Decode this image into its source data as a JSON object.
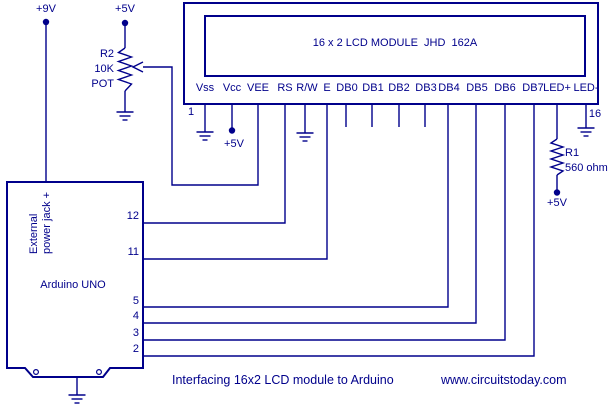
{
  "diagram": {
    "caption": "Interfacing 16x2 LCD module to Arduino",
    "website": "www.circuitstoday.com",
    "line_color": "#00008B",
    "background_color": "#FFFFFF"
  },
  "power_labels": {
    "v9": "+9V",
    "v5": "+5V"
  },
  "lcd": {
    "title": "16 x 2 LCD MODULE  JHD  162A",
    "pin_number_first": "1",
    "pin_number_last": "16",
    "pins": [
      "Vss",
      "Vcc",
      "VEE",
      "RS",
      "R/W",
      "E",
      "DB0",
      "DB1",
      "DB2",
      "DB3",
      "DB4",
      "DB5",
      "DB6",
      "DB7",
      "LED+",
      "LED-"
    ]
  },
  "arduino": {
    "name": "Arduino UNO",
    "jack_label": [
      "External",
      "power jack +"
    ],
    "pins": [
      "12",
      "11",
      "5",
      "4",
      "3",
      "2"
    ]
  },
  "components": {
    "r2": {
      "ref": "R2",
      "value": "10K",
      "kind": "POT"
    },
    "r1": {
      "ref": "R1",
      "value": "560 ohm"
    }
  }
}
